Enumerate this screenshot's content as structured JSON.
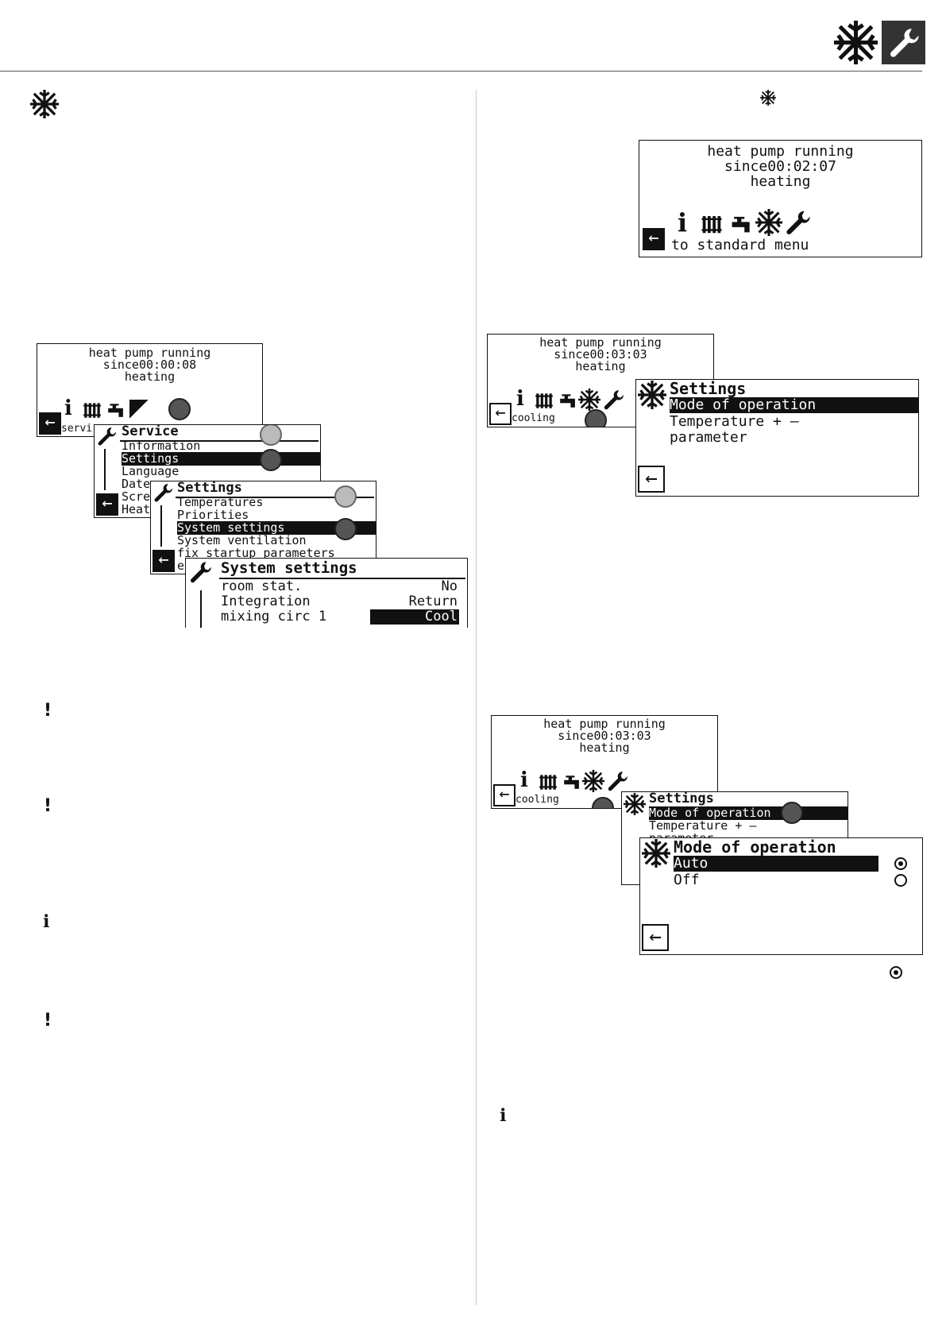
{
  "screens": {
    "a": {
      "line1": "heat pump running",
      "line2": "since00:00:08",
      "line3": "heating",
      "footer": "servi"
    },
    "b": {
      "title": "Service",
      "items": [
        "Information",
        "Settings",
        "Language",
        "Date",
        "Scre",
        "Heat"
      ]
    },
    "c": {
      "title": "Settings",
      "items": [
        "Temperatures",
        "Priorities",
        "System settings",
        "System ventilation",
        "fix startup parameters",
        "e"
      ]
    },
    "d": {
      "title": "System settings",
      "rows": [
        {
          "label": "room stat.",
          "value": "No"
        },
        {
          "label": "Integration",
          "value": "Return"
        },
        {
          "label": "mixing circ 1",
          "value": "Cool"
        }
      ]
    },
    "e": {
      "line1": "heat pump running",
      "line2": "since00:02:07",
      "line3": "heating",
      "footer": "to standard menu"
    },
    "f": {
      "line1": "heat pump running",
      "line2": "since00:03:03",
      "line3": "heating",
      "footer": "cooling"
    },
    "g": {
      "title": "Settings",
      "items": [
        "Mode of operation",
        "Temperature + –",
        "parameter"
      ]
    },
    "h": {
      "line1": "heat pump running",
      "line2": "since00:03:03",
      "line3": "heating",
      "footer": "cooling"
    },
    "i": {
      "title": "Settings",
      "items": [
        "Mode of operation",
        "Temperature + –",
        "parameter"
      ]
    },
    "j": {
      "title": "Mode of operation",
      "options": [
        {
          "label": "Auto",
          "selected": true
        },
        {
          "label": "Off",
          "selected": false
        }
      ]
    }
  },
  "markers": {
    "caution": "!",
    "info": "ℹ"
  },
  "icons": [
    "snowflake-icon",
    "wrench-icon",
    "info-icon",
    "radiator-icon",
    "tap-icon",
    "back-arrow-icon",
    "rotary-knob-icon",
    "radio-selected-icon"
  ],
  "colors": {
    "ink": "#111111",
    "rule": "#555555",
    "separator": "#cccccc",
    "header_icon_bg": "#333333"
  }
}
